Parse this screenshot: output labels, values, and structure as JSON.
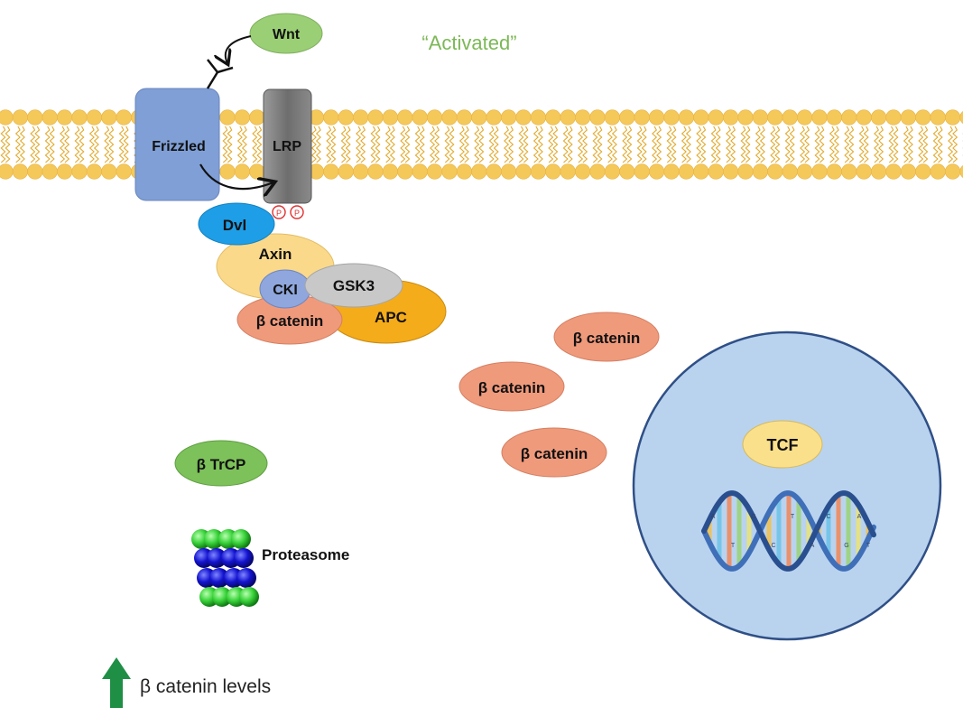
{
  "status_label": "“Activated”",
  "ligand": "Wnt",
  "receptors": {
    "frizzled": "Frizzled",
    "lrp": "LRP"
  },
  "phospho_marks": [
    "P",
    "P"
  ],
  "destruction_complex": {
    "dvl": "Dvl",
    "axin": "Axin",
    "cki": "CKI",
    "gsk3": "GSK3",
    "apc": "APC",
    "bound_catenin": "β catenin"
  },
  "free_catenins": [
    "β catenin",
    "β catenin",
    "β catenin"
  ],
  "nucleus": {
    "tcf": "TCF",
    "dna_letters": [
      "A",
      "T",
      "G",
      "C",
      "T",
      "A",
      "C",
      "G",
      "A",
      "T"
    ]
  },
  "degradation": {
    "trcp": "β TrCP",
    "proteasome": "Proteasome"
  },
  "outcome": {
    "text": "β catenin levels",
    "direction": "up"
  },
  "colors": {
    "membrane": "#f5c85a",
    "frizzled": "#7f9fd6",
    "lrp": "#7a7a7a",
    "dvl": "#1e9ee6",
    "axin": "#fbd98a",
    "cki": "#8fa7dd",
    "gsk3": "#c8c8c8",
    "apc": "#f5ac1a",
    "catenin": "#f09a7c",
    "ligand": "#9bcf76",
    "trcp": "#7dc15a",
    "nucleus": "#b9d3ef",
    "tcf": "#fbe08c",
    "status_text": "#7cb857",
    "arrow_up": "#1f8f45"
  }
}
